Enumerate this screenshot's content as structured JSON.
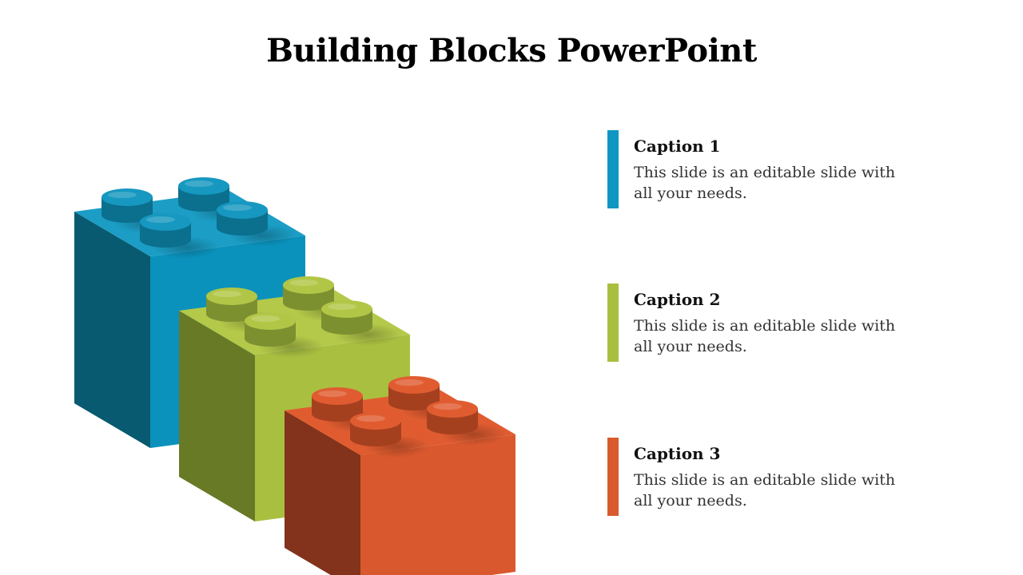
{
  "title": "Building Blocks PowerPoint",
  "captions": [
    {
      "heading": "Caption 1",
      "text": "This slide is an editable slide with all your needs.",
      "color": "#0f97c2"
    },
    {
      "heading": "Caption 2",
      "text": "This slide is an editable slide with all your needs.",
      "color": "#a8bf3f"
    },
    {
      "heading": "Caption 3",
      "text": "This slide is an editable slide with all your needs.",
      "color": "#d85a2e"
    }
  ],
  "blocks": [
    {
      "name": "blue-block",
      "colors": {
        "top": "#1b9dc5",
        "front": "#0a92bc",
        "side": "#075a70",
        "stud": "#1698c0",
        "studDark": "#0b6f8e"
      }
    },
    {
      "name": "green-block",
      "colors": {
        "top": "#b4c94a",
        "front": "#a9bf40",
        "side": "#687a26",
        "stud": "#b1c646",
        "studDark": "#7d9030"
      }
    },
    {
      "name": "orange-block",
      "colors": {
        "top": "#e05c30",
        "front": "#da582d",
        "side": "#83321c",
        "stud": "#e05c30",
        "studDark": "#a5401f"
      }
    }
  ]
}
